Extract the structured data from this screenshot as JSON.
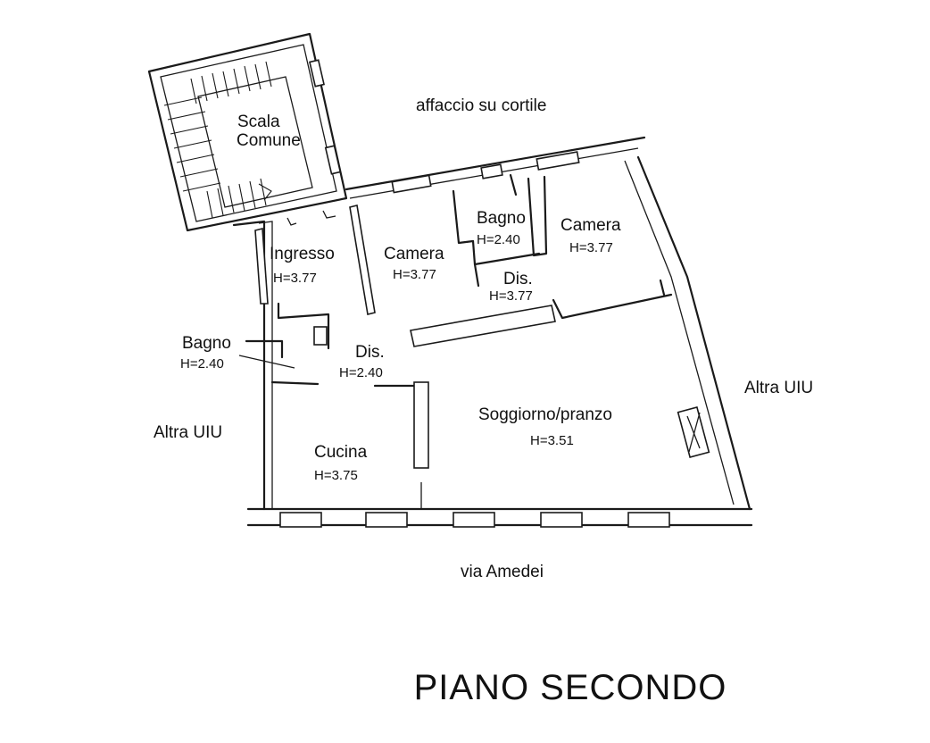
{
  "title": "PIANO SECONDO",
  "context": {
    "courtyard": "affaccio su cortile",
    "street": "via Amedei",
    "other_left": "Altra UIU",
    "other_right": "Altra UIU"
  },
  "rooms": {
    "stair": {
      "name_line1": "Scala",
      "name_line2": "Comune"
    },
    "ingresso": {
      "name": "Ingresso",
      "height": "H=3.77"
    },
    "camera_center": {
      "name": "Camera",
      "height": "H=3.77"
    },
    "bagno_top": {
      "name": "Bagno",
      "height": "H=2.40"
    },
    "camera_right": {
      "name": "Camera",
      "height": "H=3.77"
    },
    "dis_top": {
      "name": "Dis.",
      "height": "H=3.77"
    },
    "bagno_left": {
      "name": "Bagno",
      "height": "H=2.40"
    },
    "dis_center": {
      "name": "Dis.",
      "height": "H=2.40"
    },
    "soggiorno": {
      "name": "Soggiorno/pranzo",
      "height": "H=3.51"
    },
    "cucina": {
      "name": "Cucina",
      "height": "H=3.75"
    }
  }
}
